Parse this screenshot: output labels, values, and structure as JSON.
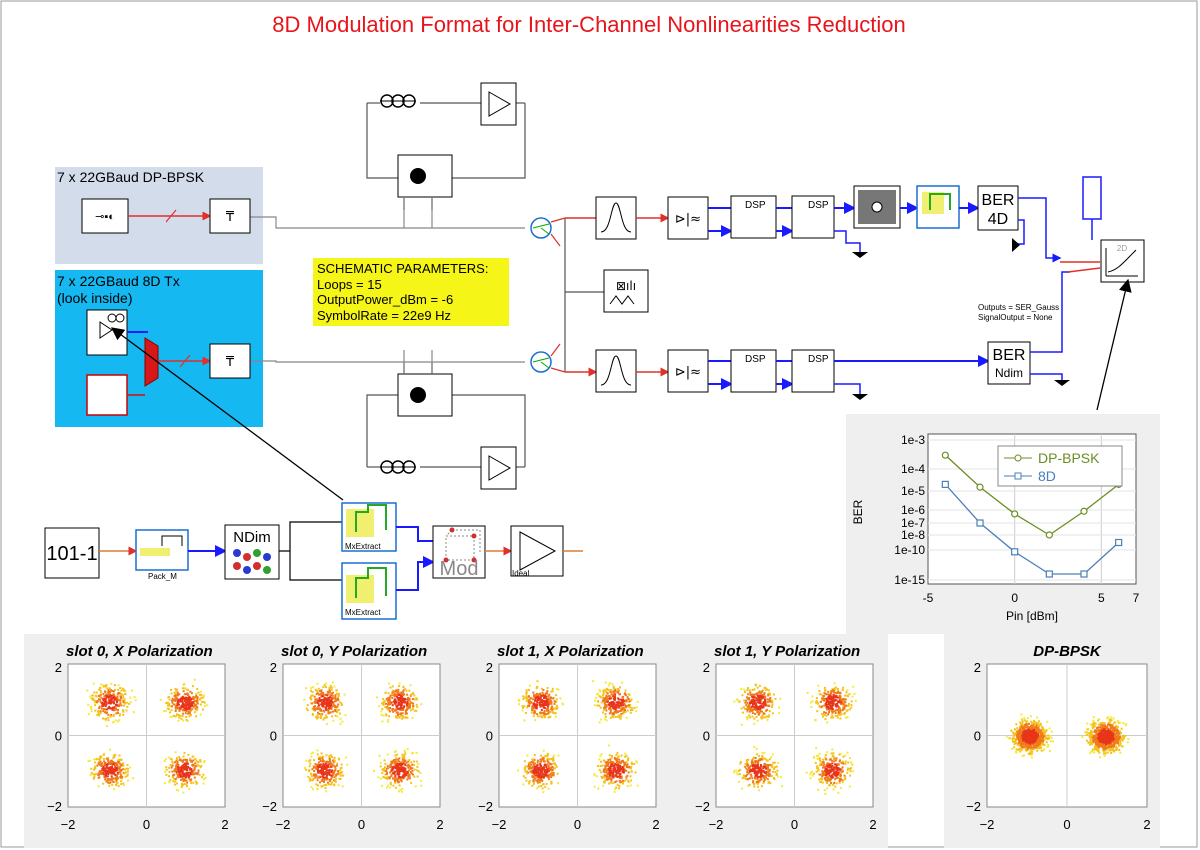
{
  "title": "8D Modulation Format for Inter-Channel Nonlinearities Reduction",
  "groups": {
    "bpsk_label": "7 x 22GBaud DP-BPSK",
    "tx8d_label_line1": "7 x 22GBaud 8D Tx",
    "tx8d_label_line2": "(look inside)"
  },
  "params": {
    "header": "SCHEMATIC PARAMETERS:",
    "loops": "Loops = 15",
    "power": "OutputPower_dBm = -6",
    "rate": "SymbolRate = 22e9 Hz"
  },
  "outputs_note": {
    "line1": "Outputs = SER_Gauss",
    "line2": "SignalOutput = None"
  },
  "blocks": {
    "dsp": "DSP",
    "ber4d_l1": "BER",
    "ber4d_l2": "4D",
    "berndim_l1": "BER",
    "berndim_l2": "Ndim",
    "prbs": "101-1",
    "pack": "Pack_M",
    "ndim": "NDim",
    "mxextract": "MxExtract",
    "mod": "Mod",
    "ideal": "Ideal",
    "plot2d": "2D"
  },
  "ber_chart": {
    "ylabel": "BER",
    "xlabel": "Pin [dBm]",
    "xticks": [
      "-5",
      "0",
      "5",
      "7"
    ],
    "yticks": [
      "1e-3",
      "1e-4",
      "1e-5",
      "1e-6",
      "1e-7",
      "1e-8",
      "1e-10",
      "1e-15"
    ],
    "legend_bpsk": "DP-BPSK",
    "legend_8d": "8D"
  },
  "constellations": [
    {
      "title": "slot 0, X Polarization"
    },
    {
      "title": "slot 0, Y Polarization"
    },
    {
      "title": "slot 1, X Polarization"
    },
    {
      "title": "slot 1, Y Polarization"
    },
    {
      "title": "DP-BPSK"
    }
  ],
  "const_ticks": {
    "xm2": "−2",
    "x0": "0",
    "x2": "2",
    "ym2": "−2",
    "y0": "0",
    "y2": "2"
  },
  "chart_data": {
    "type": "line",
    "xlabel": "Pin [dBm]",
    "ylabel": "BER",
    "log_y": true,
    "xlim": [
      -5,
      7
    ],
    "x": [
      -4,
      -2,
      0,
      2,
      4,
      6
    ],
    "series": [
      {
        "name": "DP-BPSK",
        "color": "#6b8e23",
        "marker": "circle",
        "values": [
          0.0003,
          1.5e-05,
          5e-07,
          1e-08,
          8e-07,
          2e-05
        ]
      },
      {
        "name": "8D",
        "color": "#4a7fb8",
        "marker": "square",
        "values": [
          2e-05,
          1e-07,
          5e-11,
          1e-14,
          1e-14,
          1e-09
        ]
      }
    ]
  },
  "colors": {
    "title": "#e8141c",
    "bpsk_group_bg": "#d2dcea",
    "tx8d_group_bg": "#15b8f0",
    "params_bg": "#f5f518",
    "link": "#1a1aff",
    "optical": "#d07070"
  }
}
